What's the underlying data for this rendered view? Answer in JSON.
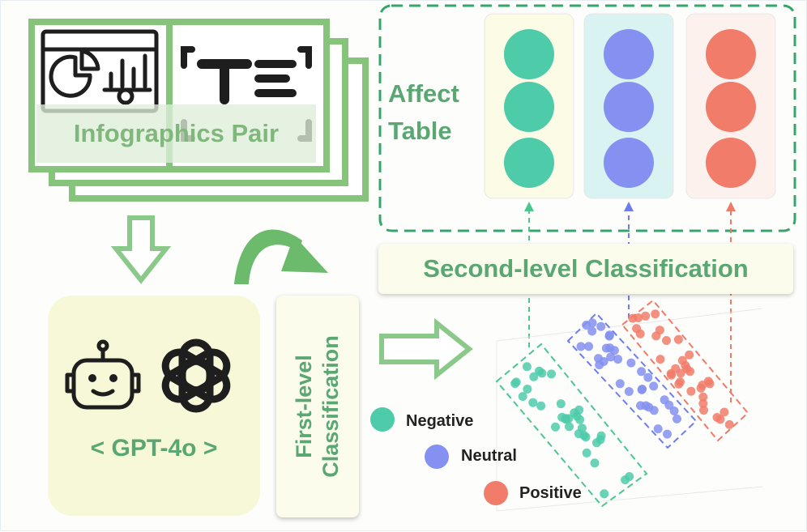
{
  "labels": {
    "infographics_pair": "Infographics Pair",
    "affect_table_line1": "Affect",
    "affect_table_line2": "Table",
    "second_level": "Second-level Classification",
    "gpt": "< GPT-4o >",
    "first_level_line1": "First-level",
    "first_level_line2": "Classification"
  },
  "legend": [
    {
      "label": "Negative",
      "color": "#4ecba9"
    },
    {
      "label": "Neutral",
      "color": "#8491f0"
    },
    {
      "label": "Positive",
      "color": "#f17c6a"
    }
  ],
  "colors": {
    "green_frame": "#86c47b",
    "arrow_green": "#8bc98a",
    "affect_border": "#35a56b",
    "negative": "#4ecba9",
    "neutral": "#8491f0",
    "positive": "#f17c6a",
    "negative_box": "#4ac68e",
    "neutral_box": "#6f7cf0",
    "positive_box": "#ef7a68"
  },
  "icons": [
    "pie-chart-document-icon",
    "text-format-icon",
    "robot-icon",
    "openai-logo-icon",
    "hollow-arrow-down-icon",
    "curved-arrow-icon",
    "hollow-arrow-right-icon"
  ]
}
